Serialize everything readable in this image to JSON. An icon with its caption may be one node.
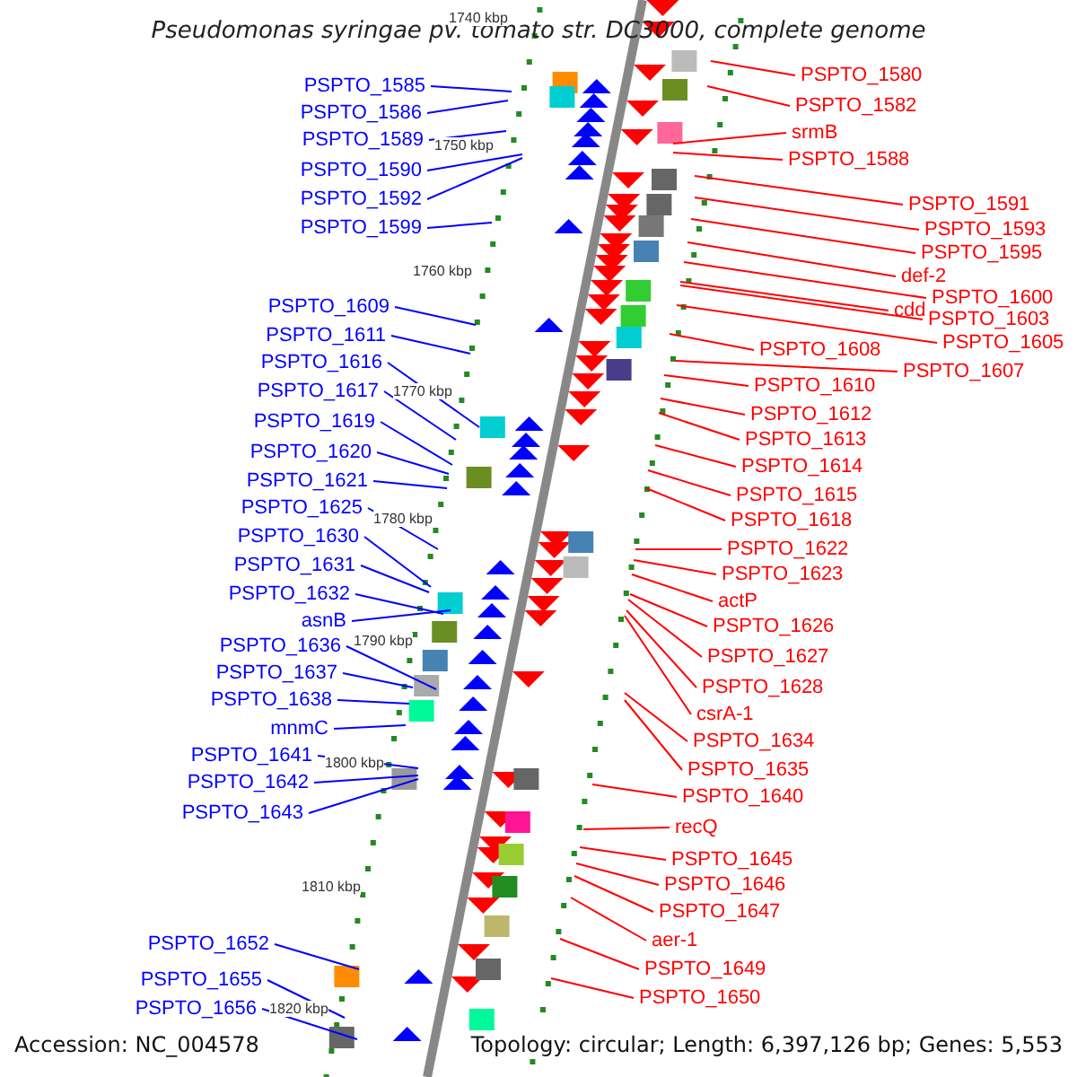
{
  "diagram": {
    "title": "Pseudomonas syringae pv. tomato str. DC3000, complete genome",
    "nodes": [
      {
        "text": [
          "PSPTO_1585"
        ]
      },
      {
        "text": [
          "PSPTO_1586"
        ]
      },
      {
        "text": [
          "PSPTO_1589"
        ]
      },
      {
        "text": [
          "PSPTO_1590"
        ]
      },
      {
        "text": [
          "PSPTO_1592"
        ]
      },
      {
        "text": [
          "PSPTO_1599"
        ]
      },
      {
        "text": [
          "PSPTO_1609"
        ]
      },
      {
        "text": [
          "PSPTO_1611"
        ]
      },
      {
        "text": [
          "PSPTO_1616"
        ]
      },
      {
        "text": [
          "PSPTO_1617"
        ]
      },
      {
        "text": [
          "PSPTO_1619"
        ]
      },
      {
        "text": [
          "PSPTO_1620"
        ]
      },
      {
        "text": [
          "PSPTO_1621"
        ]
      },
      {
        "text": [
          "PSPTO_1625"
        ]
      },
      {
        "text": [
          "PSPTO_1630"
        ]
      },
      {
        "text": [
          "PSPTO_1631"
        ]
      },
      {
        "text": [
          "PSPTO_1632"
        ]
      },
      {
        "text": [
          "asnB"
        ]
      },
      {
        "text": [
          "PSPTO_1636"
        ]
      },
      {
        "text": [
          "PSPTO_1637"
        ]
      },
      {
        "text": [
          "PSPTO_1638"
        ]
      },
      {
        "text": [
          "mnmC"
        ]
      },
      {
        "text": [
          "PSPTO_1641"
        ]
      },
      {
        "text": [
          "PSPTO_1642"
        ]
      },
      {
        "text": [
          "PSPTO_1643"
        ]
      },
      {
        "text": [
          "PSPTO_1652"
        ]
      },
      {
        "text": [
          "PSPTO_1655"
        ]
      },
      {
        "text": [
          "PSPTO_1656"
        ]
      },
      {
        "text": [
          "PSPTO_1580"
        ]
      },
      {
        "text": [
          "PSPTO_1582"
        ]
      },
      {
        "text": [
          "srmB"
        ]
      },
      {
        "text": [
          "PSPTO_1588"
        ]
      },
      {
        "text": [
          "PSPTO_1591"
        ]
      },
      {
        "text": [
          "PSPTO_1593"
        ]
      },
      {
        "text": [
          "PSPTO_1595"
        ]
      },
      {
        "text": [
          "def-2"
        ]
      },
      {
        "text": [
          "PSPTO_1600"
        ]
      },
      {
        "text": [
          "cdd"
        ]
      },
      {
        "text": [
          "PSPTO_1603"
        ]
      },
      {
        "text": [
          "PSPTO_1605"
        ]
      },
      {
        "text": [
          "PSPTO_1608"
        ]
      },
      {
        "text": [
          "PSPTO_1607"
        ]
      },
      {
        "text": [
          "PSPTO_1610"
        ]
      },
      {
        "text": [
          "PSPTO_1612"
        ]
      },
      {
        "text": [
          "PSPTO_1613"
        ]
      },
      {
        "text": [
          "PSPTO_1614"
        ]
      },
      {
        "text": [
          "PSPTO_1615"
        ]
      },
      {
        "text": [
          "PSPTO_1618"
        ]
      },
      {
        "text": [
          "PSPTO_1622"
        ]
      },
      {
        "text": [
          "PSPTO_1623"
        ]
      },
      {
        "text": [
          "actP"
        ]
      },
      {
        "text": [
          "PSPTO_1626"
        ]
      },
      {
        "text": [
          "PSPTO_1627"
        ]
      },
      {
        "text": [
          "PSPTO_1628"
        ]
      },
      {
        "text": [
          "csrA-1"
        ]
      },
      {
        "text": [
          "PSPTO_1634"
        ]
      },
      {
        "text": [
          "PSPTO_1635"
        ]
      },
      {
        "text": [
          "PSPTO_1640"
        ]
      },
      {
        "text": [
          "recQ"
        ]
      },
      {
        "text": [
          "PSPTO_1645"
        ]
      },
      {
        "text": [
          "PSPTO_1646"
        ]
      },
      {
        "text": [
          "PSPTO_1647"
        ]
      },
      {
        "text": [
          "aer-1"
        ]
      },
      {
        "text": [
          "PSPTO_1649"
        ]
      },
      {
        "text": [
          "PSPTO_1650"
        ]
      }
    ],
    "edges": [
      {
        "from": 0,
        "to": null,
        "arrow": "none",
        "color": "#0000ff"
      },
      {
        "from": 1,
        "to": null,
        "arrow": "none",
        "color": "#0000ff"
      },
      {
        "from": 2,
        "to": null,
        "arrow": "none",
        "color": "#0000ff"
      },
      {
        "from": 3,
        "to": null,
        "arrow": "none",
        "color": "#0000ff"
      },
      {
        "from": 4,
        "to": null,
        "arrow": "none",
        "color": "#0000ff"
      },
      {
        "from": 5,
        "to": null,
        "arrow": "none",
        "color": "#0000ff"
      },
      {
        "from": 6,
        "to": null,
        "arrow": "none",
        "color": "#0000ff"
      },
      {
        "from": 7,
        "to": null,
        "arrow": "none",
        "color": "#0000ff"
      },
      {
        "from": 8,
        "to": null,
        "arrow": "none",
        "color": "#0000ff"
      },
      {
        "from": 9,
        "to": null,
        "arrow": "none",
        "color": "#0000ff"
      },
      {
        "from": 10,
        "to": null,
        "arrow": "none",
        "color": "#0000ff"
      },
      {
        "from": 11,
        "to": null,
        "arrow": "none",
        "color": "#0000ff"
      },
      {
        "from": 12,
        "to": null,
        "arrow": "none",
        "color": "#0000ff"
      },
      {
        "from": 13,
        "to": null,
        "arrow": "none",
        "color": "#0000ff"
      },
      {
        "from": 14,
        "to": null,
        "arrow": "none",
        "color": "#0000ff"
      },
      {
        "from": 15,
        "to": null,
        "arrow": "none",
        "color": "#0000ff"
      },
      {
        "from": 16,
        "to": null,
        "arrow": "none",
        "color": "#0000ff"
      },
      {
        "from": 17,
        "to": null,
        "arrow": "none",
        "color": "#0000ff"
      },
      {
        "from": 18,
        "to": null,
        "arrow": "none",
        "color": "#0000ff"
      },
      {
        "from": 19,
        "to": null,
        "arrow": "none",
        "color": "#0000ff"
      },
      {
        "from": 20,
        "to": null,
        "arrow": "none",
        "color": "#0000ff"
      },
      {
        "from": 21,
        "to": null,
        "arrow": "none",
        "color": "#0000ff"
      },
      {
        "from": 22,
        "to": null,
        "arrow": "none",
        "color": "#0000ff"
      },
      {
        "from": 23,
        "to": null,
        "arrow": "none",
        "color": "#0000ff"
      },
      {
        "from": 24,
        "to": null,
        "arrow": "none",
        "color": "#0000ff"
      },
      {
        "from": 25,
        "to": null,
        "arrow": "none",
        "color": "#0000ff"
      },
      {
        "from": 26,
        "to": null,
        "arrow": "none",
        "color": "#0000ff"
      },
      {
        "from": 27,
        "to": null,
        "arrow": "none",
        "color": "#0000ff"
      },
      {
        "from": 28,
        "to": null,
        "arrow": "none",
        "color": "#ff0000"
      },
      {
        "from": 29,
        "to": null,
        "arrow": "none",
        "color": "#ff0000"
      },
      {
        "from": 30,
        "to": null,
        "arrow": "none",
        "color": "#ff0000"
      },
      {
        "from": 31,
        "to": null,
        "arrow": "none",
        "color": "#ff0000"
      },
      {
        "from": 32,
        "to": null,
        "arrow": "none",
        "color": "#ff0000"
      },
      {
        "from": 33,
        "to": null,
        "arrow": "none",
        "color": "#ff0000"
      },
      {
        "from": 34,
        "to": null,
        "arrow": "none",
        "color": "#ff0000"
      },
      {
        "from": 35,
        "to": null,
        "arrow": "none",
        "color": "#ff0000"
      },
      {
        "from": 36,
        "to": null,
        "arrow": "none",
        "color": "#ff0000"
      },
      {
        "from": 37,
        "to": null,
        "arrow": "none",
        "color": "#ff0000"
      },
      {
        "from": 38,
        "to": null,
        "arrow": "none",
        "color": "#ff0000"
      },
      {
        "from": 39,
        "to": null,
        "arrow": "none",
        "color": "#ff0000"
      },
      {
        "from": 40,
        "to": null,
        "arrow": "none",
        "color": "#ff0000"
      },
      {
        "from": 41,
        "to": null,
        "arrow": "none",
        "color": "#ff0000"
      },
      {
        "from": 42,
        "to": null,
        "arrow": "none",
        "color": "#ff0000"
      },
      {
        "from": 43,
        "to": null,
        "arrow": "none",
        "color": "#ff0000"
      },
      {
        "from": 44,
        "to": null,
        "arrow": "none",
        "color": "#ff0000"
      },
      {
        "from": 45,
        "to": null,
        "arrow": "none",
        "color": "#ff0000"
      },
      {
        "from": 46,
        "to": null,
        "arrow": "none",
        "color": "#ff0000"
      },
      {
        "from": 47,
        "to": null,
        "arrow": "none",
        "color": "#ff0000"
      },
      {
        "from": 48,
        "to": null,
        "arrow": "none",
        "color": "#ff0000"
      },
      {
        "from": 49,
        "to": null,
        "arrow": "none",
        "color": "#ff0000"
      },
      {
        "from": 50,
        "to": null,
        "arrow": "none",
        "color": "#ff0000"
      },
      {
        "from": 51,
        "to": null,
        "arrow": "none",
        "color": "#ff0000"
      },
      {
        "from": 52,
        "to": null,
        "arrow": "none",
        "color": "#ff0000"
      },
      {
        "from": 53,
        "to": null,
        "arrow": "none",
        "color": "#ff0000"
      },
      {
        "from": 54,
        "to": null,
        "arrow": "none",
        "color": "#ff0000"
      },
      {
        "from": 55,
        "to": null,
        "arrow": "none",
        "color": "#ff0000"
      },
      {
        "from": 56,
        "to": null,
        "arrow": "none",
        "color": "#ff0000"
      },
      {
        "from": 57,
        "to": null,
        "arrow": "none",
        "color": "#ff0000"
      },
      {
        "from": 58,
        "to": null,
        "arrow": "none",
        "color": "#ff0000"
      },
      {
        "from": 59,
        "to": null,
        "arrow": "none",
        "color": "#ff0000"
      },
      {
        "from": 60,
        "to": null,
        "arrow": "none",
        "color": "#ff0000"
      },
      {
        "from": 61,
        "to": null,
        "arrow": "none",
        "color": "#ff0000"
      },
      {
        "from": 62,
        "to": null,
        "arrow": "none",
        "color": "#ff0000"
      },
      {
        "from": 63,
        "to": null,
        "arrow": "none",
        "color": "#ff0000"
      },
      {
        "from": 64,
        "to": null,
        "arrow": "none",
        "color": "#ff0000"
      }
    ],
    "labels": [
      "1740 kbp",
      "1750 kbp",
      "1760 kbp",
      "1770 kbp",
      "1780 kbp",
      "1790 kbp",
      "1800 kbp",
      "1810 kbp",
      "1820 kbp",
      "Accession: NC_004578",
      "Topology: circular; Length: 6,397,126 bp; Genes: 5,553"
    ]
  }
}
